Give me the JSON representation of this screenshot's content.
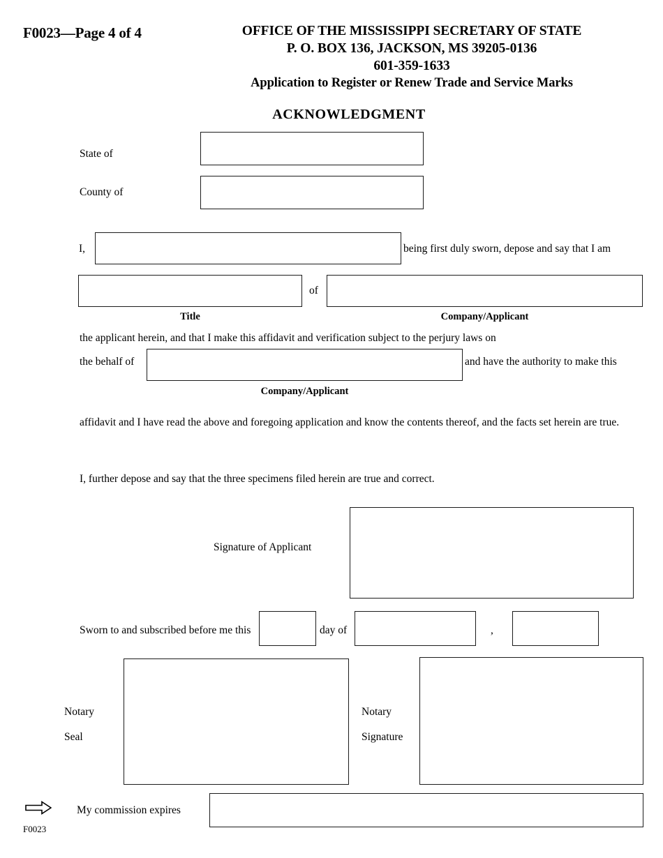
{
  "document": {
    "form_number": "F0023",
    "page_label": "F0023—Page 4 of 4",
    "footer_code": "F0023"
  },
  "header": {
    "agency_line_1": "OFFICE OF THE MISSISSIPPI SECRETARY OF STATE",
    "agency_line_2": "P. O. BOX 136, JACKSON, MS 39205-0136",
    "phone": "601-359-1633",
    "form_title": "Application to Register or Renew Trade and Service Marks",
    "section_title": "ACKNOWLEDGMENT"
  },
  "fields": {
    "state_of_label": "State of",
    "county_of_label": "County of",
    "i_label": "I,",
    "being_sworn_text": "being first duly sworn, depose and say that I am",
    "of_label": "of",
    "title_caption": "Title",
    "company_applicant_caption": "Company/Applicant",
    "applicant_herein_text": "the applicant herein, and that I make this affidavit and verification subject to the perjury laws on",
    "behalf_of_label": "the behalf of",
    "authority_text": "and have the authority to make this",
    "behalf_caption": "Company/Applicant",
    "affidavit_text": "affidavit and I have read the above and foregoing application and know the contents thereof, and the facts set herein are true.",
    "specimens_text": "I, further depose and say that the three specimens filed herein are true and correct.",
    "signature_of_applicant_label": "Signature of Applicant",
    "sworn_label": "Sworn to and subscribed before me this",
    "day_of_label": "day of",
    "comma": ",",
    "notary_seal_label_line1": "Notary",
    "notary_seal_label_line2": "Seal",
    "notary_signature_label_line1": "Notary",
    "notary_signature_label_line2": "Signature",
    "commission_expires_label": "My commission expires"
  },
  "inputs": {
    "state_of": "",
    "county_of": "",
    "affiant_name": "",
    "title": "",
    "company_applicant": "",
    "behalf_company_applicant": "",
    "signature_of_applicant": "",
    "sworn_day": "",
    "sworn_month": "",
    "sworn_year": "",
    "notary_seal": "",
    "notary_signature": "",
    "commission_expires": ""
  },
  "icons": {
    "arrow_right": "arrow-right-icon"
  },
  "colors": {
    "text": "#000000",
    "border": "#1b1b1b",
    "background": "#ffffff"
  }
}
